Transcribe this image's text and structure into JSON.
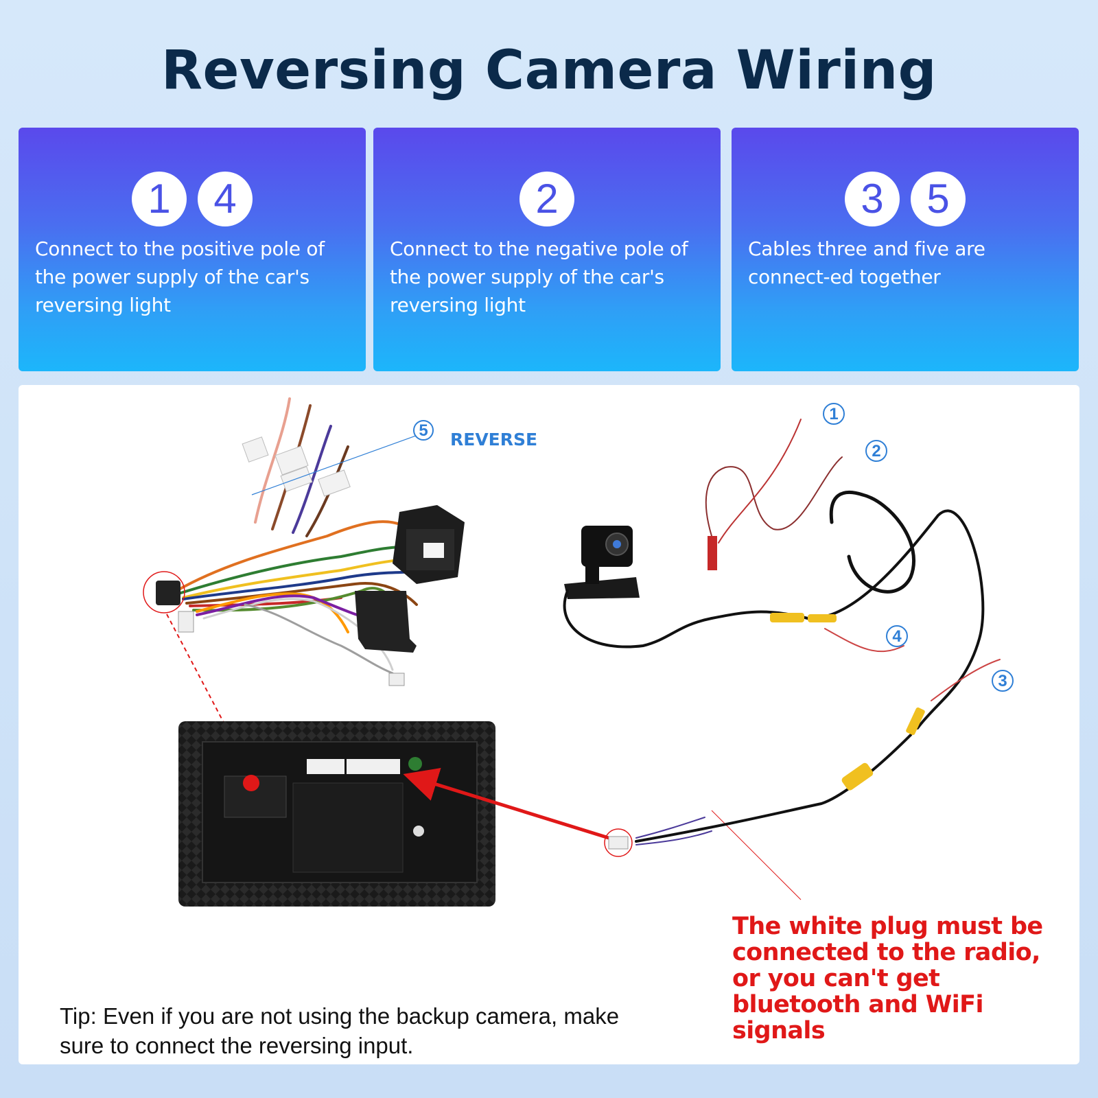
{
  "title": "Reversing Camera Wiring",
  "cards": [
    {
      "badges": [
        "1",
        "4"
      ],
      "text": "Connect to the positive pole of the power supply of the car's reversing light"
    },
    {
      "badges": [
        "2"
      ],
      "text": "Connect to the negative pole of the power supply of the car's reversing light"
    },
    {
      "badges": [
        "3",
        "5"
      ],
      "text": "Cables three and five are connect-ed together"
    }
  ],
  "diagram": {
    "reverse_label": "REVERSE",
    "callouts": [
      "1",
      "2",
      "3",
      "4",
      "5"
    ],
    "warning": "The white plug must be connected to the radio, or you can't get bluetooth and WiFi signals",
    "tip": "Tip: Even if you are not using the backup camera, make sure to connect the reversing input."
  },
  "colors": {
    "title": "#0b2a4a",
    "card_gradient_top": "#5a49ec",
    "card_gradient_bottom": "#1cb6fb",
    "callout_blue": "#2f7fd6",
    "warning_red": "#e01818"
  }
}
